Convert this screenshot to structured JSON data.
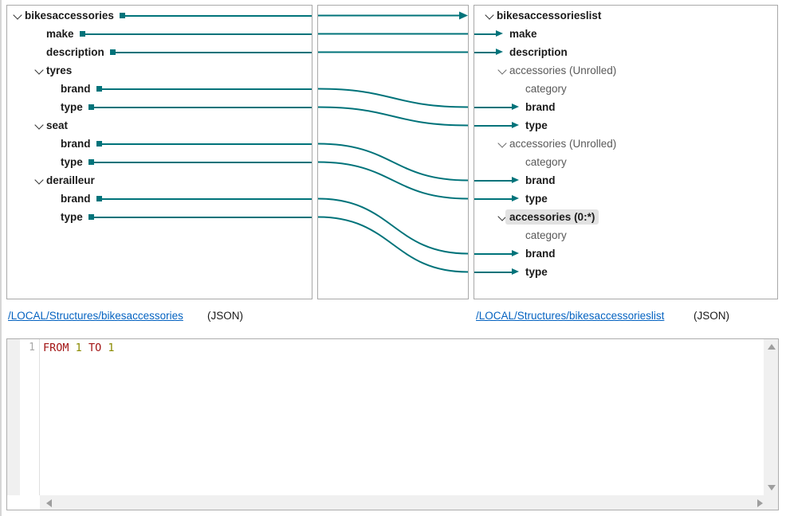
{
  "colors": {
    "accent": "#00737A",
    "link": "#0563C1",
    "keyword": "#A31515",
    "number": "#8A8A00",
    "highlight": "#E2E2E2",
    "text": "#1A1A1A",
    "muted": "#595959",
    "chevron": "#2F2F2F",
    "line_number": "#A8A8A8"
  },
  "source_tree": {
    "rows": [
      {
        "label": "bikesaccessories",
        "level": 0,
        "chevron": true,
        "bold": true,
        "mapped": true
      },
      {
        "label": "make",
        "level": 1,
        "chevron": false,
        "bold": true,
        "mapped": true
      },
      {
        "label": "description",
        "level": 1,
        "chevron": false,
        "bold": true,
        "mapped": true
      },
      {
        "label": "tyres",
        "level": 1,
        "chevron": true,
        "bold": true,
        "mapped": false
      },
      {
        "label": "brand",
        "level": 2,
        "chevron": false,
        "bold": true,
        "mapped": true
      },
      {
        "label": "type",
        "level": 2,
        "chevron": false,
        "bold": true,
        "mapped": true
      },
      {
        "label": "seat",
        "level": 1,
        "chevron": true,
        "bold": true,
        "mapped": false
      },
      {
        "label": "brand",
        "level": 2,
        "chevron": false,
        "bold": true,
        "mapped": true
      },
      {
        "label": "type",
        "level": 2,
        "chevron": false,
        "bold": true,
        "mapped": true
      },
      {
        "label": "derailleur",
        "level": 1,
        "chevron": true,
        "bold": true,
        "mapped": false
      },
      {
        "label": "brand",
        "level": 2,
        "chevron": false,
        "bold": true,
        "mapped": true
      },
      {
        "label": "type",
        "level": 2,
        "chevron": false,
        "bold": true,
        "mapped": true
      }
    ]
  },
  "target_tree": {
    "rows": [
      {
        "label": "bikesaccessorieslist",
        "level": 0,
        "chevron": true,
        "bold": true,
        "mapped": false
      },
      {
        "label": "make",
        "level": 1,
        "chevron": false,
        "bold": true,
        "mapped": true
      },
      {
        "label": "description",
        "level": 1,
        "chevron": false,
        "bold": true,
        "mapped": true
      },
      {
        "label": "accessories (Unrolled)",
        "level": 1,
        "chevron": true,
        "bold": false,
        "mapped": false
      },
      {
        "label": "category",
        "level": 2,
        "chevron": false,
        "bold": false,
        "mapped": false
      },
      {
        "label": "brand",
        "level": 2,
        "chevron": false,
        "bold": true,
        "mapped": true
      },
      {
        "label": "type",
        "level": 2,
        "chevron": false,
        "bold": true,
        "mapped": true
      },
      {
        "label": "accessories (Unrolled)",
        "level": 1,
        "chevron": true,
        "bold": false,
        "mapped": false
      },
      {
        "label": "category",
        "level": 2,
        "chevron": false,
        "bold": false,
        "mapped": false
      },
      {
        "label": "brand",
        "level": 2,
        "chevron": false,
        "bold": true,
        "mapped": true
      },
      {
        "label": "type",
        "level": 2,
        "chevron": false,
        "bold": true,
        "mapped": true
      },
      {
        "label": "accessories (0:*)",
        "level": 1,
        "chevron": true,
        "bold": true,
        "mapped": false,
        "highlighted": true
      },
      {
        "label": "category",
        "level": 2,
        "chevron": false,
        "bold": false,
        "mapped": false
      },
      {
        "label": "brand",
        "level": 2,
        "chevron": false,
        "bold": true,
        "mapped": true
      },
      {
        "label": "type",
        "level": 2,
        "chevron": false,
        "bold": true,
        "mapped": true
      }
    ]
  },
  "mappings": [
    {
      "from": 0,
      "to": 0,
      "head_in_middle": true
    },
    {
      "from": 1,
      "to": 1
    },
    {
      "from": 2,
      "to": 2
    },
    {
      "from": 4,
      "to": 5
    },
    {
      "from": 5,
      "to": 6
    },
    {
      "from": 7,
      "to": 9
    },
    {
      "from": 8,
      "to": 10
    },
    {
      "from": 10,
      "to": 13
    },
    {
      "from": 11,
      "to": 14
    }
  ],
  "footer_links": {
    "source": {
      "path": "/LOCAL/Structures/bikesaccessories",
      "format_label": "(JSON)"
    },
    "target": {
      "path": "/LOCAL/Structures/bikesaccessorieslist",
      "format_label": "(JSON)"
    }
  },
  "editor": {
    "line_number": "1",
    "code_tokens": [
      {
        "text": "FROM",
        "type": "keyword"
      },
      {
        "text": " ",
        "type": "plain"
      },
      {
        "text": "1",
        "type": "number"
      },
      {
        "text": " ",
        "type": "plain"
      },
      {
        "text": "TO",
        "type": "keyword"
      },
      {
        "text": " ",
        "type": "plain"
      },
      {
        "text": "1",
        "type": "number"
      }
    ]
  }
}
